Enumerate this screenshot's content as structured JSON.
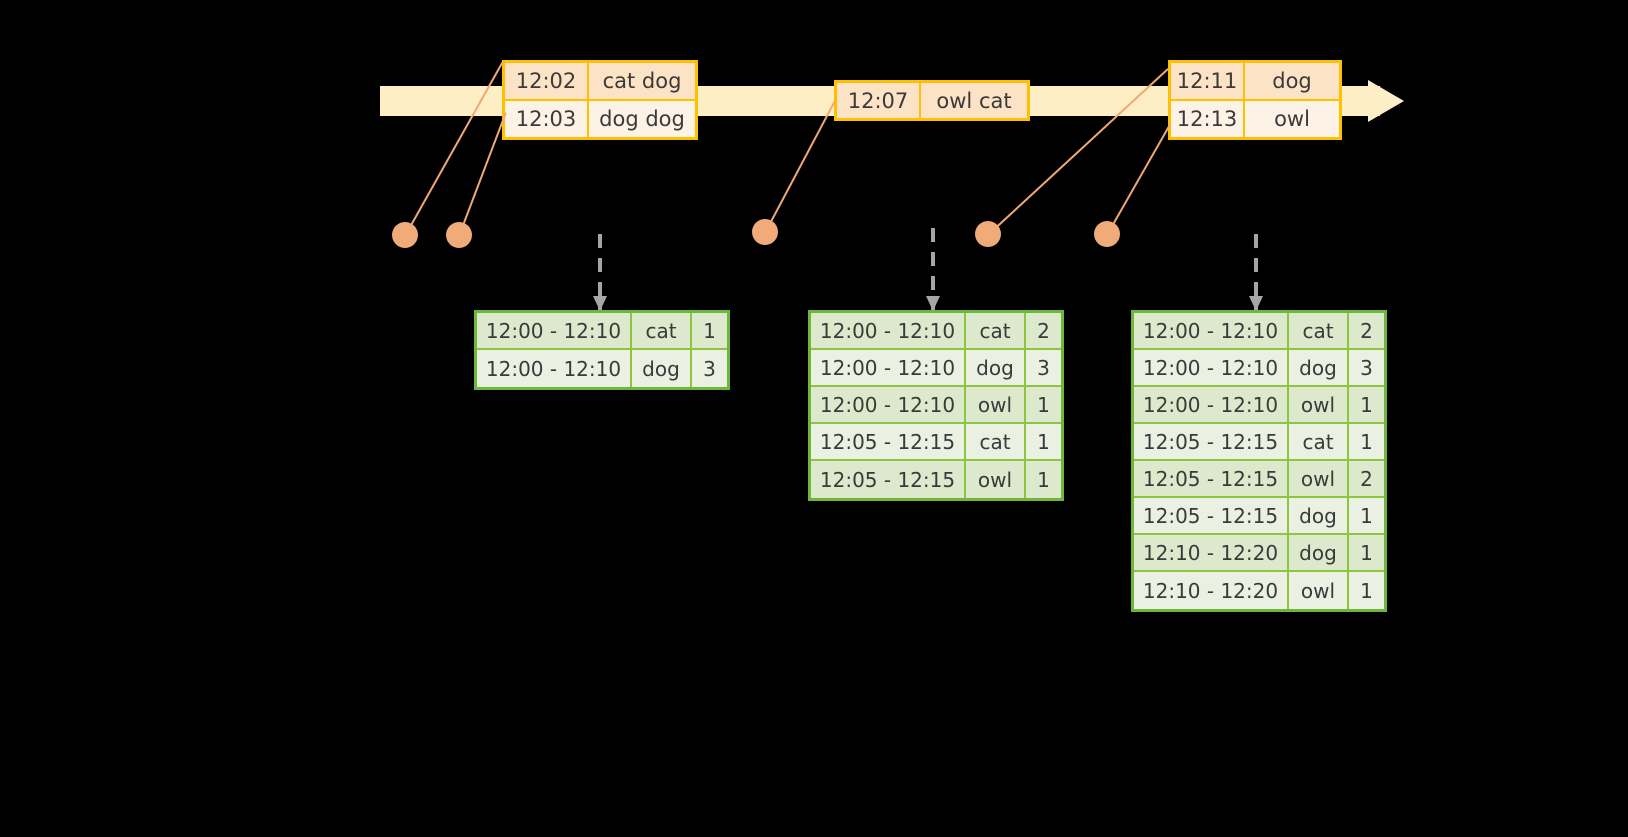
{
  "timeline": {
    "name": "event-timeline",
    "arrow_color": "#fdeec6",
    "border_color": "#ffc000",
    "connector_color": "#f0ab78"
  },
  "events": [
    {
      "name": "event-box-1",
      "rows": [
        {
          "time": "12:02",
          "words": "cat dog"
        },
        {
          "time": "12:03",
          "words": "dog dog"
        }
      ]
    },
    {
      "name": "event-box-2",
      "rows": [
        {
          "time": "12:07",
          "words": "owl cat"
        }
      ]
    },
    {
      "name": "event-box-3",
      "rows": [
        {
          "time": "12:11",
          "words": "dog"
        },
        {
          "time": "12:13",
          "words": "owl"
        }
      ]
    }
  ],
  "tables": [
    {
      "name": "result-table-1",
      "rows": [
        {
          "window": "12:00 - 12:10",
          "word": "cat",
          "count": "1"
        },
        {
          "window": "12:00 - 12:10",
          "word": "dog",
          "count": "3"
        }
      ]
    },
    {
      "name": "result-table-2",
      "rows": [
        {
          "window": "12:00 - 12:10",
          "word": "cat",
          "count": "2"
        },
        {
          "window": "12:00 - 12:10",
          "word": "dog",
          "count": "3"
        },
        {
          "window": "12:00 - 12:10",
          "word": "owl",
          "count": "1"
        },
        {
          "window": "12:05 - 12:15",
          "word": "cat",
          "count": "1"
        },
        {
          "window": "12:05 - 12:15",
          "word": "owl",
          "count": "1"
        }
      ]
    },
    {
      "name": "result-table-3",
      "rows": [
        {
          "window": "12:00 - 12:10",
          "word": "cat",
          "count": "2"
        },
        {
          "window": "12:00 - 12:10",
          "word": "dog",
          "count": "3"
        },
        {
          "window": "12:00 - 12:10",
          "word": "owl",
          "count": "1"
        },
        {
          "window": "12:05 - 12:15",
          "word": "cat",
          "count": "1"
        },
        {
          "window": "12:05 - 12:15",
          "word": "owl",
          "count": "2"
        },
        {
          "window": "12:05 - 12:15",
          "word": "dog",
          "count": "1"
        },
        {
          "window": "12:10 - 12:20",
          "word": "dog",
          "count": "1"
        },
        {
          "window": "12:10 - 12:20",
          "word": "owl",
          "count": "1"
        }
      ]
    }
  ]
}
